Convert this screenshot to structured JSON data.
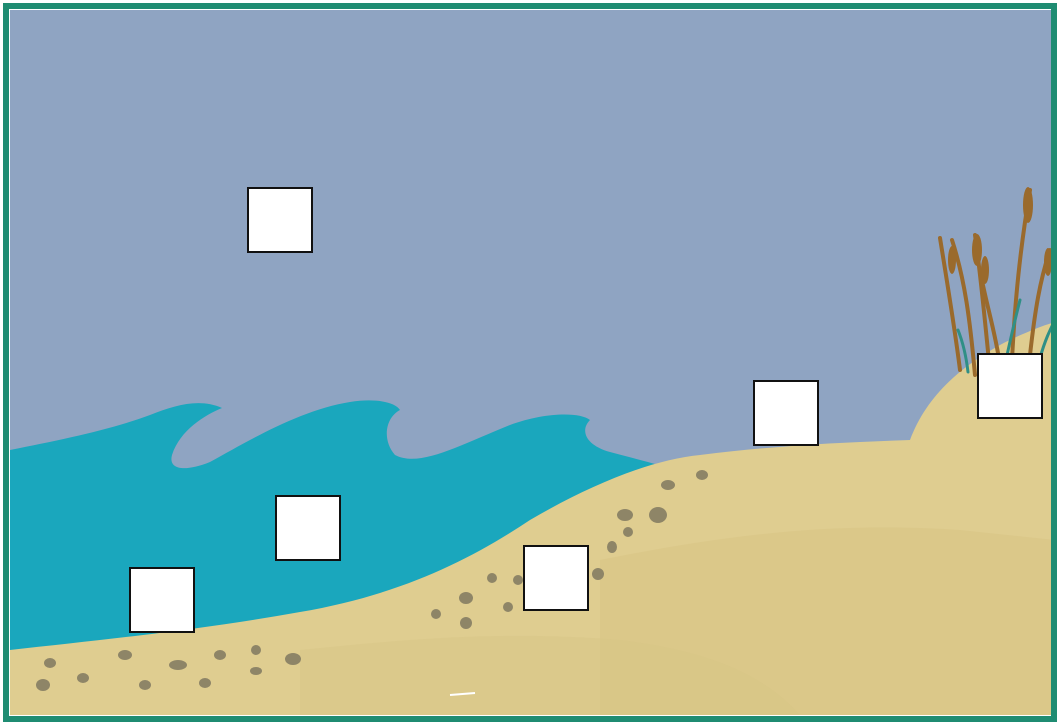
{
  "diagram": {
    "type": "coastal-zone labeling diagram",
    "colors": {
      "sky": "#8fa4c2",
      "sea": "#1aa7bd",
      "sand": "#dfcd90",
      "sand_dark": "#d3bf84",
      "pebbles": "#8e8567",
      "grass_brown": "#9a6a2c",
      "grass_green": "#2f8f86",
      "frame": "#1f8c72",
      "label_box_fill": "#ffffff",
      "label_box_border": "#111111"
    },
    "label_boxes": [
      {
        "id": "sky",
        "text": ""
      },
      {
        "id": "dune",
        "text": ""
      },
      {
        "id": "dune-grass",
        "text": ""
      },
      {
        "id": "wave",
        "text": ""
      },
      {
        "id": "beach",
        "text": ""
      },
      {
        "id": "shoreline",
        "text": ""
      }
    ]
  }
}
